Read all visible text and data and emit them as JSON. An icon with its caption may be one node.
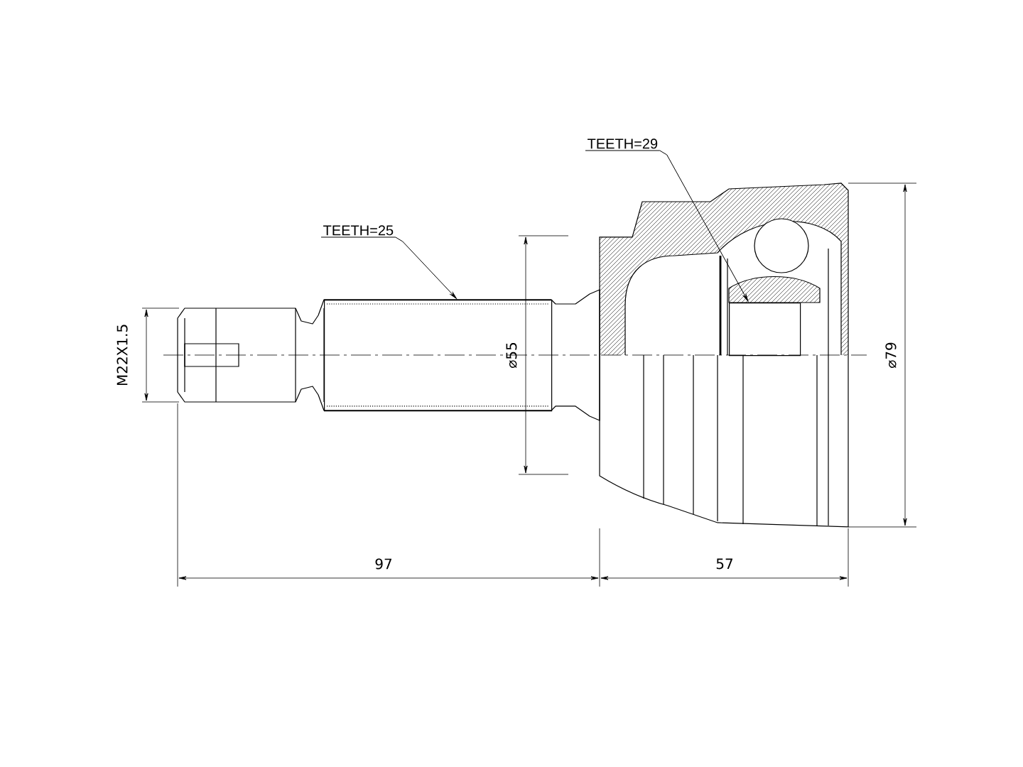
{
  "diagram": {
    "nodes": [
      {
        "text": [
          "TEETH=25"
        ]
      },
      {
        "text": [],
        "shape": "box"
      },
      {
        "text": [
          "TEETH=29"
        ]
      },
      {
        "text": [],
        "shape": "box"
      }
    ],
    "edges": [
      {
        "from": 0,
        "to": 1,
        "arrow": "to"
      },
      {
        "from": 2,
        "to": 3,
        "arrow": "to"
      }
    ],
    "labels": [
      "M22X1.5",
      "⌀55",
      "⌀79",
      "97",
      "57"
    ]
  }
}
